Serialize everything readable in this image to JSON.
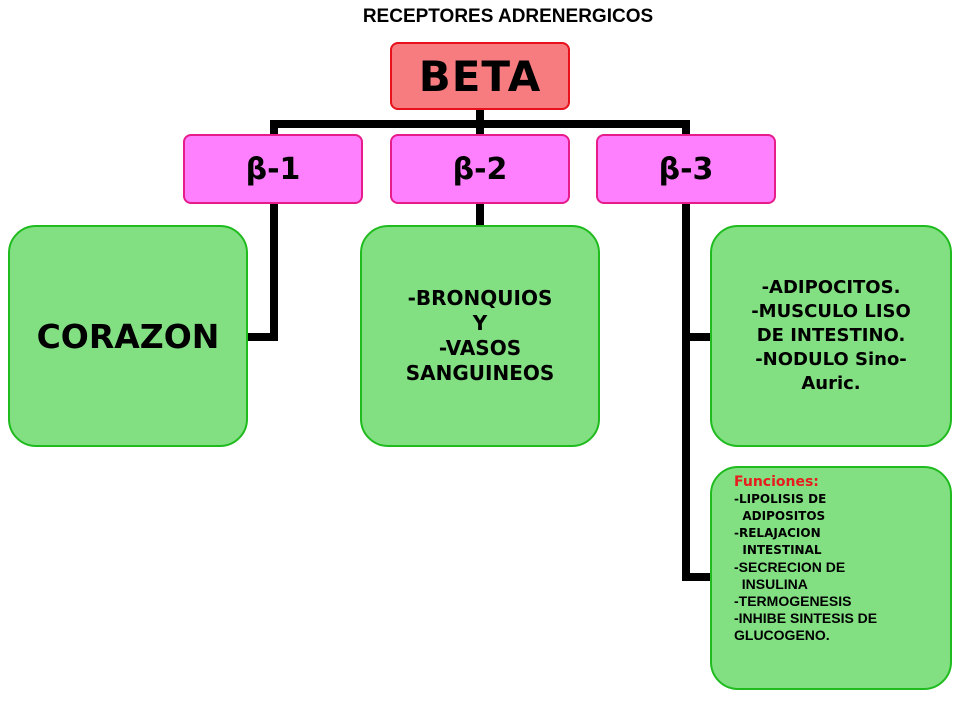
{
  "title": "RECEPTORES ADRENERGICOS",
  "root": {
    "label": "BETA"
  },
  "receptors": [
    {
      "label": "β-1"
    },
    {
      "label": "β-2"
    },
    {
      "label": "β-3"
    }
  ],
  "beta1_box": {
    "text": "CORAZON"
  },
  "beta2_box": {
    "lines": [
      "-BRONQUIOS",
      "Y",
      "-VASOS",
      "SANGUINEOS"
    ]
  },
  "beta3_box": {
    "lines": [
      "-ADIPOCITOS.",
      "-MUSCULO LISO",
      "DE INTESTINO.",
      "-NODULO Sino-",
      "Auric."
    ]
  },
  "functions_box": {
    "heading": "Funciones:",
    "lines": [
      "-LIPOLISIS DE",
      "  ADIPOSITOS",
      "-RELAJACION",
      "  INTESTINAL",
      "-SECRECION DE",
      "  INSULINA",
      "-TERMOGENESIS",
      "-INHIBE SINTESIS DE",
      "GLUCOGENO."
    ]
  },
  "colors": {
    "root_fill": "#f77c7f",
    "root_border": "#e8101a",
    "receptor_fill": "#ff80ff",
    "receptor_border": "#e61c8a",
    "leaf_fill": "#82e082",
    "leaf_border": "#1fbb1f",
    "functions_heading": "#e81c1c"
  }
}
